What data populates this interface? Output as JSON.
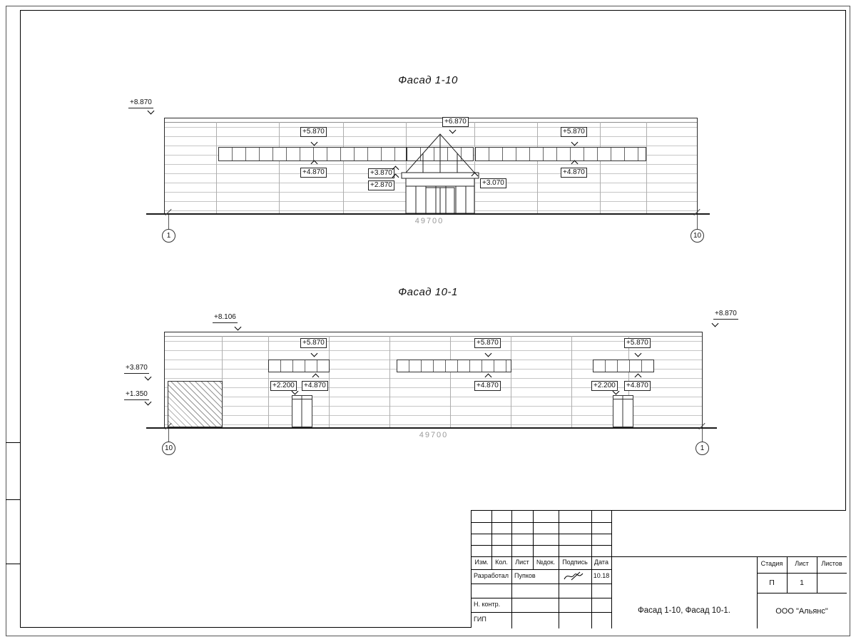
{
  "sheet": {
    "facade1_title": "Фасад 1-10",
    "facade2_title": "Фасад 10-1"
  },
  "facade1": {
    "marks": {
      "top_left": "+8.870",
      "win_l_top": "+5.870",
      "ridge": "+6.870",
      "win_r_top": "+5.870",
      "win_l_bot": "+4.870",
      "canopy_a": "+3.870",
      "canopy_b": "+2.870",
      "canopy_r": "+3.070",
      "win_r_bot": "+4.870"
    },
    "dimension": "49700",
    "axis_left": "1",
    "axis_right": "10"
  },
  "facade2": {
    "marks": {
      "parapet_left": "+8.106",
      "parapet_right": "+8.870",
      "left_a": "+3.870",
      "left_b": "+1.350",
      "band_a_top": "+5.870",
      "band_b_top": "+5.870",
      "band_c_top": "+5.870",
      "door_l": "+2.200",
      "band_a_bot": "+4.870",
      "band_b_bot": "+4.870",
      "door_r": "+2.200",
      "band_c_bot": "+4.870"
    },
    "dimension": "49700",
    "axis_left": "10",
    "axis_right": "1"
  },
  "title_block": {
    "col_headers": {
      "izm": "Изм.",
      "kol": "Кол.",
      "list": "Лист",
      "ndok": "№док.",
      "podpis": "Подпись",
      "data": "Дата"
    },
    "row_razrabotal": {
      "role": "Разработал",
      "name": "Пупков",
      "date": "10.18"
    },
    "row_nkontr": {
      "role": "Н. контр."
    },
    "row_gip": {
      "role": "ГИП"
    },
    "doc_title": "Фасад 1-10, Фасад 10-1.",
    "company": "ООО \"Альянс\"",
    "stage": {
      "header": "Стадия",
      "value": "П"
    },
    "sheet": {
      "header": "Лист",
      "value": "1"
    },
    "sheets": {
      "header": "Листов"
    }
  }
}
